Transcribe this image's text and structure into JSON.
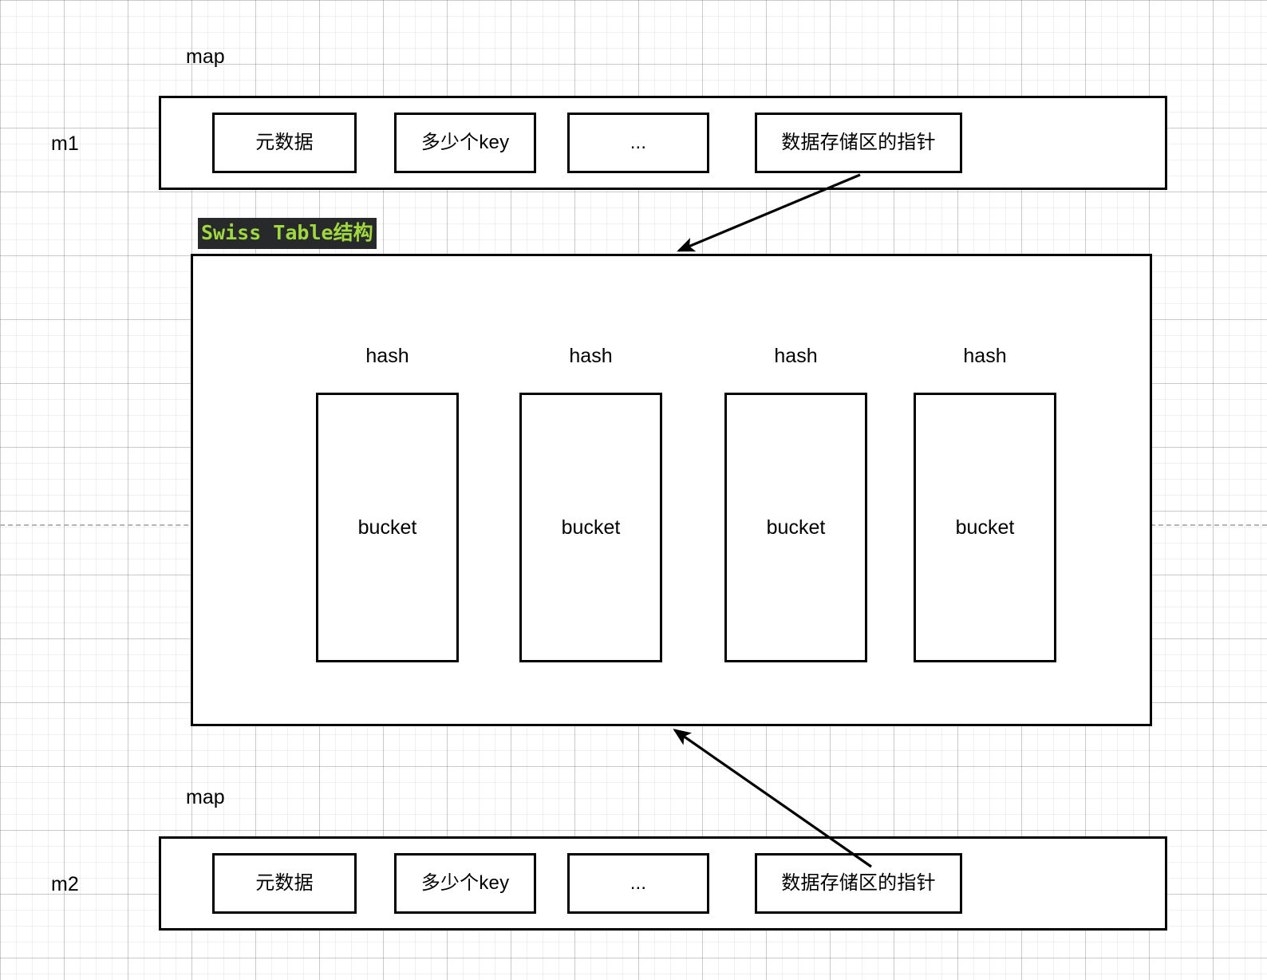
{
  "diagram": {
    "title_tag": "Swiss Table结构",
    "tag_colors": {
      "background": "#27292a",
      "text": "#9fd93f"
    },
    "line_color": "#000000",
    "grid_minor_color": "#f0f0f0",
    "grid_major_color": "#d8d8d8",
    "guide_line_color": "#b5b5b5"
  },
  "maps": [
    {
      "row_label": "m1",
      "caption": "map",
      "fields": [
        {
          "label": "元数据"
        },
        {
          "label": "多少个key"
        },
        {
          "label": "..."
        },
        {
          "label": "数据存储区的指针"
        }
      ]
    },
    {
      "row_label": "m2",
      "caption": "map",
      "fields": [
        {
          "label": "元数据"
        },
        {
          "label": "多少个key"
        },
        {
          "label": "..."
        },
        {
          "label": "数据存储区的指针"
        }
      ]
    }
  ],
  "swiss_table": {
    "tag": "Swiss Table结构",
    "buckets": [
      {
        "hash_label": "hash",
        "bucket_label": "bucket"
      },
      {
        "hash_label": "hash",
        "bucket_label": "bucket"
      },
      {
        "hash_label": "hash",
        "bucket_label": "bucket"
      },
      {
        "hash_label": "hash",
        "bucket_label": "bucket"
      }
    ]
  },
  "connections": [
    {
      "from": "m1-pointer-field",
      "to": "swiss-table-box",
      "arrowhead": "to"
    },
    {
      "from": "m2-pointer-field",
      "to": "swiss-table-box",
      "arrowhead": "to"
    }
  ]
}
